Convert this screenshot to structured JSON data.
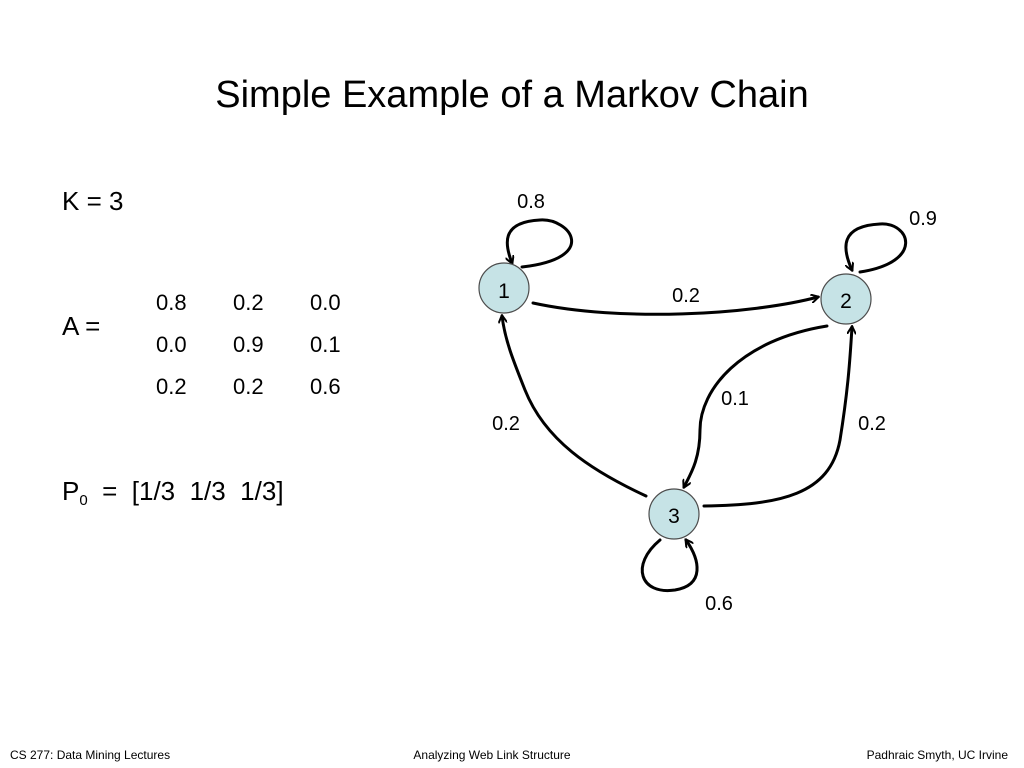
{
  "slide": {
    "title": "Simple Example of a Markov Chain",
    "k_line": "K = 3",
    "a_label": "A  =",
    "matrix": [
      [
        "0.8",
        "0.2",
        "0.0"
      ],
      [
        "0.0",
        "0.9",
        "0.1"
      ],
      [
        "0.2",
        "0.2",
        "0.6"
      ]
    ],
    "p0": {
      "base": "P",
      "sub": "0",
      "rest": "  =  [1/3  1/3  1/3]"
    }
  },
  "diagram": {
    "node_fill": "#c6e3e6",
    "nodes": [
      {
        "id": "1",
        "label": "1"
      },
      {
        "id": "2",
        "label": "2"
      },
      {
        "id": "3",
        "label": "3"
      }
    ],
    "edges": [
      {
        "from": "1",
        "to": "1",
        "label": "0.8"
      },
      {
        "from": "2",
        "to": "2",
        "label": "0.9"
      },
      {
        "from": "3",
        "to": "3",
        "label": "0.6"
      },
      {
        "from": "1",
        "to": "2",
        "label": "0.2"
      },
      {
        "from": "2",
        "to": "3",
        "label": "0.1"
      },
      {
        "from": "3",
        "to": "2",
        "label": "0.2"
      },
      {
        "from": "3",
        "to": "1",
        "label": "0.2"
      }
    ]
  },
  "footer": {
    "left": "CS 277: Data Mining Lectures",
    "center": "Analyzing Web Link Structure",
    "right": "Padhraic Smyth, UC Irvine"
  }
}
